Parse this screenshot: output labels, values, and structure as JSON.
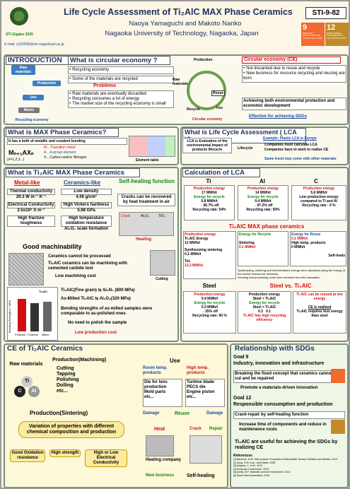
{
  "header": {
    "title": "Life Cycle Assessment of Ti₂AlC MAX Phase Ceramics",
    "id": "STI-9-82",
    "event": "STI-Gigaku 2020",
    "email": "E-mail: s163096@stn.nagaokaut.ac.jp",
    "authors": "Naoya Yamaguchi and Makoto Nanko",
    "affiliation": "Nagaoka University of Technology, Nagaoka, Japan",
    "sdg9_label": "9",
    "sdg9_text": "INDUSTRY, INNOVATION AND INFRASTRUCTURE",
    "sdg12_label": "12",
    "sdg12_text": "RESPONSIBLE CONSUMPTION AND PRODUCTION"
  },
  "intro": {
    "title": "INTRODUCTION",
    "circle_labels": {
      "raw": "Raw materials",
      "production": "Production",
      "use": "Use",
      "waste": "Waste",
      "recycling": "Recycling economy"
    },
    "what_ce_title": "What is circular economy ?",
    "bullets": [
      "Recycling economy",
      "Some of the materials are recycled"
    ],
    "problems_label": "Problems",
    "problems": [
      "Raw materials are eventually discarded",
      "Recycling consumes a lot of energy",
      "The market size of the recycling economy is small"
    ],
    "ce_diagram": {
      "raw": "Raw materials",
      "production": "Production",
      "reuse": "Reuse",
      "use": "Use",
      "recycle": "Recycle",
      "label": "Circular economy"
    },
    "ce_title": "Circular economy (CE)",
    "ce_bullets": [
      "Not discarded due to reuse and recycle",
      "New business for resource recycling and reusing are born"
    ],
    "ce_achieve": "Achieving both environmental protection and economic development",
    "ce_effective": "Effective for achieving SDGs"
  },
  "max": {
    "title": "What is MAX Phase Ceramics?",
    "bonding": "It has a both of metallic and covalent bonding",
    "formula": "Mₙ₊₁AXₙ",
    "formula_n": "(n=1,2,3...)",
    "m": "M…Transition metal",
    "a": "A…A-group element",
    "x": "X…Carbon and/or Nitrogen",
    "cell_label": "Element table"
  },
  "lca": {
    "title": "What is Life Cycle Assessment ( LCA )?",
    "desc": "LCA is Evaluation of the environmental impact of products lifecycle",
    "cycle_label": "Lifecycle",
    "example": "Example: Plastic LCA in Europe",
    "ex_1": "Companies must calculate LCA",
    "ex_2": "Companies have to work to realize CE",
    "ex_3": "Same trend may come with other materials"
  },
  "ti2alc": {
    "title": "What is Ti₂AlC MAX Phase Ceramics",
    "metal_title": "Metal-like",
    "metal_items": [
      "Thermal conductivity",
      "29.3 W m⁻¹ K⁻¹",
      "Electrical Conductivity",
      "2.5x10⁶ S m⁻¹",
      "High fracture toughness"
    ],
    "ceramic_title": "Ceramics-like",
    "ceramic_items": [
      "Low density",
      "4.06 g/cm³",
      "High Vickers hardness",
      "5.68 GPa",
      "High temperature oxidation resistance",
      "Al₂O₃ scale formation"
    ],
    "heal_title": "Self-healing function",
    "heal_desc": "Cracks can be recovered by heat treatment in air",
    "heal_labels": [
      "Crack",
      "Al₂O₃",
      "TiO₂"
    ],
    "heating": "Heating",
    "mach_title": "Good machinability",
    "mach_1": "Ceramics cannot be processed",
    "mach_2": "Ti₂AlC ceramics can be machining with cemented carbide tool",
    "mach_3": "Low machining cost",
    "cutting": "Cutting",
    "fine_grain": "Ti₂AlC(Fine grain) ⇆ Si₃N₄ (800 MPa)",
    "as_milled": "As-Milled Ti₂AlC ⇆ Al₂O₃(320 MPa)",
    "bending": "Bending strengths of as-milled samples were comparable to as-polished ones",
    "no_polish": "No need to polish the sample",
    "low_cost": "Low production cost",
    "bar_ylabel": "Bending Strength σ / MPa",
    "bar_cats": [
      "Polished",
      "Polished",
      "Milled"
    ],
    "bar_legend": "Ti₂AlC"
  },
  "calc": {
    "title": "Calculation of LCA",
    "ti": {
      "name": "Ti",
      "lines": [
        "Production energy",
        "17 MWh/t",
        "Energy for recycle",
        "0.8 MWh/t",
        "→96.7% off",
        "Recycling rate: 54%"
      ]
    },
    "al": {
      "name": "Al",
      "lines": [
        "Production energy",
        "14 MWh/t",
        "Energy for recycle",
        "0.4 MWh/t",
        "→97.2% off",
        "Recycling rate: 50%"
      ]
    },
    "c": {
      "name": "C",
      "lines": [
        "Production energy",
        "5.6 MWh/t",
        "Low production energy compared to Ti and Al",
        "Recycling rate : 0 %"
      ]
    },
    "max_title": "Ti₂AlC MAX phase ceramics",
    "prod_energy": "Production energy",
    "prod_ti2alc": "Ti₂AlC Energy",
    "prod_12": "12 MWh/t",
    "synth": "Synthesizing sintering",
    "synth_val": "0.1 MWh/t",
    "tot": "Tot.",
    "tot_val": "12.2 MWh/t",
    "recycle_title": "Energy for Recycle",
    "recycle_sinter": "Sintering",
    "recycle_val": "0.1 MWh/t",
    "reuse_title": "Energy for Reuse",
    "reuse_val": "0.1 MWh/t",
    "reuse_products": "High temp. products",
    "reuse_val2": "0 MWh/t",
    "selfheal": "Self-heals",
    "notes": [
      "Synthesizing, sintering and heat treatment energy were calculated using the energy of the electric furnace for electricity",
      "Grinding and processing costs were excluded from the calculation"
    ],
    "steel_title": "Steel",
    "steel_lines": [
      "Production energy",
      "0.4 MWh/t",
      "Energy for recycle",
      "0.3 MWh/t",
      "→25% off",
      "Recycling rate: 90 %"
    ],
    "vs_title": "Steel vs. Ti₂AlC",
    "vs_lines": [
      "Production energy",
      "Steel < Ti₂AlC",
      "Energy for recycle",
      "Steel > Ti₂AlC",
      "0.3",
      "0.1",
      "Ti₂AlC has high recycling efficiency"
    ],
    "vs_right": [
      "Ti₂AlC can be reused at low energy",
      "CE is realized",
      "Ti₂AlC requires less energy than steel"
    ]
  },
  "ce_ti2alc": {
    "title": "CE of Ti₂AlC Ceramics",
    "raw": "Raw materials",
    "ti": "Ti",
    "c": "C",
    "al": "Al",
    "machining": "Production(Machining)",
    "mach_items": [
      "Cutting",
      "Tapping",
      "Polishing",
      "Dolling",
      "etc..."
    ],
    "use": "Use",
    "room": "Room temp. products",
    "room_items": [
      "Die for lens production",
      "Mold parts",
      "etc..."
    ],
    "high": "High temp. products",
    "high_items": [
      "Turbine blade",
      "PECS die",
      "Engine piston",
      "etc..."
    ],
    "sintering": "Production(Sintering)",
    "variation": "Variation of properties with different chemical composition and production",
    "props": [
      "Good Oxidation resistance",
      "High strength",
      "High or Low Electrical Conductivity"
    ],
    "damage": "Damage",
    "reuse": "Reuse",
    "heat": "Heat",
    "heating_co": "Heating company",
    "new_business": "New business",
    "crack": "Crack",
    "repair": "Repair",
    "self_heal": "Self-healing"
  },
  "sdgs": {
    "title": "Relationship with SDGs",
    "goal9": "Goal 9",
    "goal9_desc": "Industry, innovation and infrastructure",
    "g9_1": "Breaking the fixed concept that ceramics cannot be cut and be repaired",
    "g9_2": "Promote a materials-driven innovation",
    "goal12": "Goal 12",
    "goal12_desc": "Responsible consumption and production",
    "g12_1": "Crack-repair by self-healing function",
    "g12_2": "Increase time of components and reduce in maintenance costs",
    "concl": "Ti₂AlC are useful for achieving the SDGs by realizing CE",
    "refs": "References",
    "ref_lines": [
      "[1] Barsoum, M.W. MAX phases: Properties of Machinable Ternary Carbides and Nitrides. 2013",
      "[2] Song, G.M. et al., Acta Mater. 2008",
      "[3] Magnus, C. et al., 2019",
      "[4] European Commission, 2019",
      "[5] Ashby, M.F. Materials and the Environment, 2012",
      "[6] World Steel Association, 2018"
    ]
  }
}
